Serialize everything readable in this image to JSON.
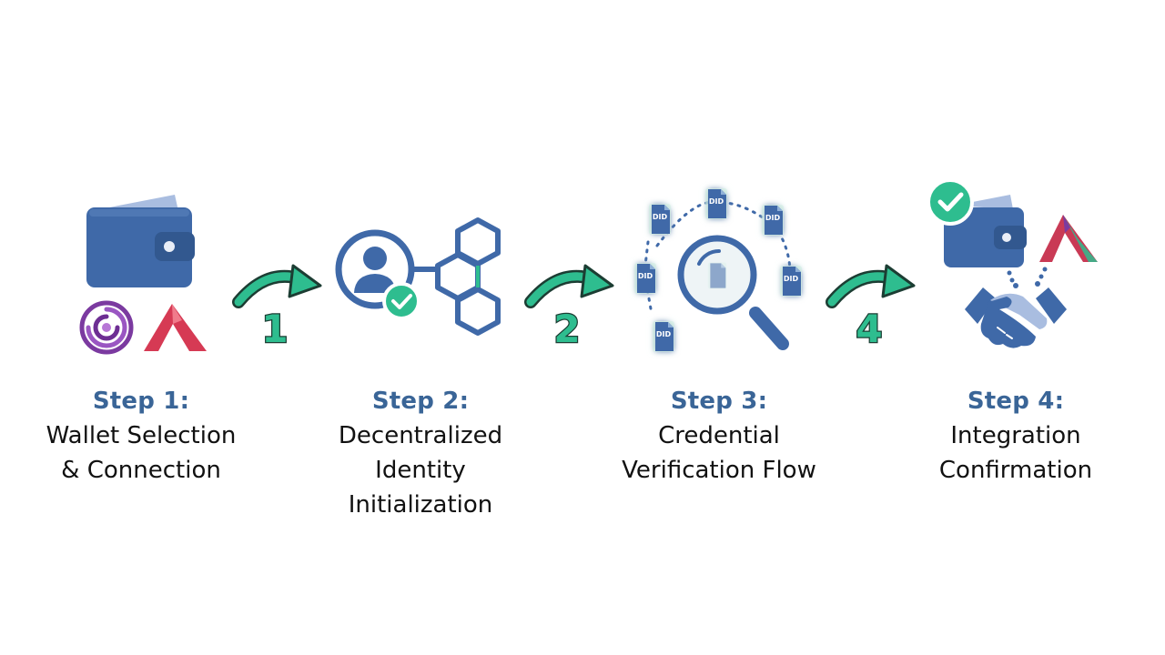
{
  "steps": [
    {
      "heading": "Step 1:",
      "lines": [
        "Wallet Selection",
        "& Connection"
      ]
    },
    {
      "heading": "Step 2:",
      "lines": [
        "Decentralized",
        "Identity",
        "Initialization"
      ]
    },
    {
      "heading": "Step 3:",
      "lines": [
        "Credential",
        "Verification Flow"
      ]
    },
    {
      "heading": "Step 4:",
      "lines": [
        "Integration",
        "Confirmation"
      ]
    }
  ],
  "arrows": [
    {
      "number": "1"
    },
    {
      "number": "2"
    },
    {
      "number": "4"
    }
  ],
  "credential_docs": {
    "label": "DID"
  },
  "colors": {
    "primary_blue": "#3f69a8",
    "heading_blue": "#3a6597",
    "accent_teal": "#2ebd8f",
    "logo_purple": "#7b3aa0",
    "logo_red": "#d63a54",
    "text": "#111111"
  },
  "icons": [
    "wallet-icon",
    "swirl-logo-icon",
    "triangle-logo-icon",
    "user-identity-icon",
    "hexagon-network-icon",
    "check-badge-icon",
    "did-document-icon",
    "magnifier-icon",
    "handshake-icon"
  ]
}
